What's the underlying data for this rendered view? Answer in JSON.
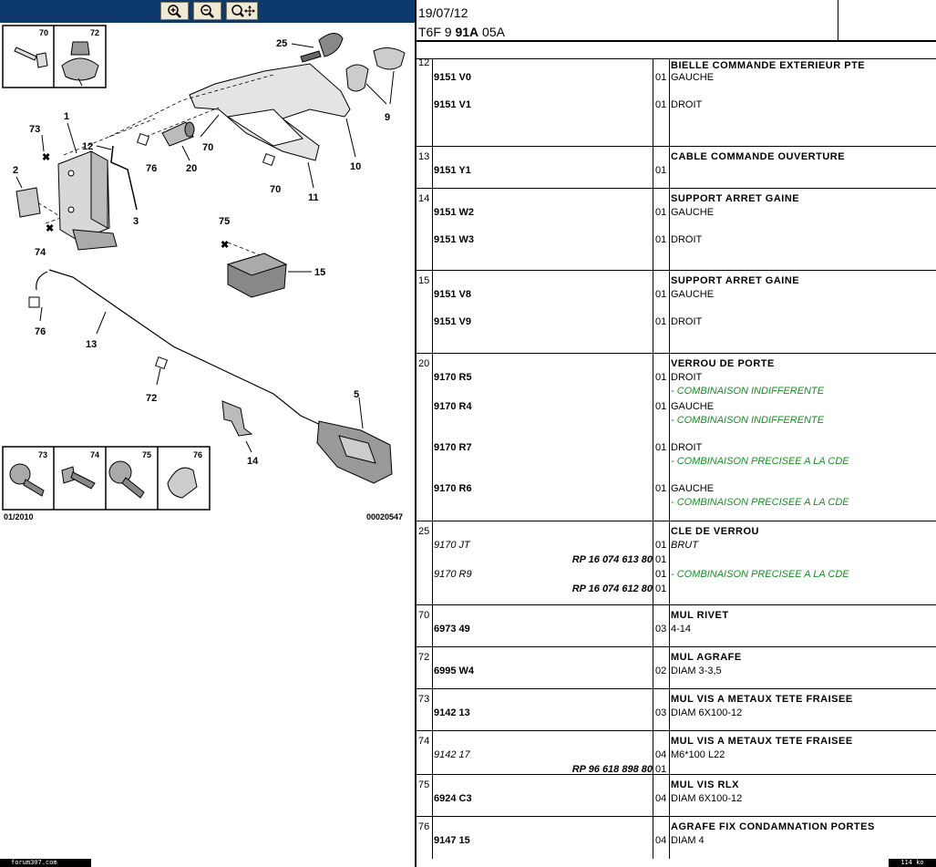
{
  "toolbar": {
    "zoom_in": "zoom-in-icon",
    "zoom_out": "zoom-out-icon",
    "zoom_fit": "zoom-fit-icon"
  },
  "diagram": {
    "date": "01/2010",
    "ref": "00020547",
    "labels": [
      "70",
      "72",
      "25",
      "9",
      "1",
      "73",
      "12",
      "76",
      "20",
      "70",
      "10",
      "2",
      "3",
      "74",
      "70",
      "11",
      "75",
      "15",
      "76",
      "13",
      "72",
      "5",
      "14",
      "73",
      "74",
      "75",
      "76"
    ]
  },
  "footer": {
    "left": "forum307.com",
    "right": "114 ko"
  },
  "header": {
    "date": "19/07/12",
    "ref_prefix": "T6F 9 ",
    "ref_bold": "91A",
    "ref_suffix": " 05A"
  },
  "rows": [
    {
      "idx": "12",
      "lines": [
        {
          "k": "desc",
          "t": "BIELLE COMMANDE EXTERIEUR PTE"
        },
        {
          "k": "pn",
          "t": "9151 V0"
        },
        {
          "k": "qty",
          "t": "01"
        },
        {
          "k": "sub",
          "t": "GAUCHE"
        },
        {
          "k": "pn",
          "t": "9151 V1"
        },
        {
          "k": "qty",
          "t": "01"
        },
        {
          "k": "sub",
          "t": "DROIT"
        }
      ]
    },
    {
      "idx": "13",
      "lines": [
        {
          "k": "desc",
          "t": "CABLE COMMANDE OUVERTURE"
        },
        {
          "k": "pn",
          "t": "9151 Y1"
        },
        {
          "k": "qty",
          "t": "01"
        }
      ]
    },
    {
      "idx": "14",
      "lines": [
        {
          "k": "desc",
          "t": "SUPPORT ARRET GAINE"
        },
        {
          "k": "pn",
          "t": "9151 W2"
        },
        {
          "k": "qty",
          "t": "01"
        },
        {
          "k": "sub",
          "t": "GAUCHE"
        },
        {
          "k": "pn",
          "t": "9151 W3"
        },
        {
          "k": "qty",
          "t": "01"
        },
        {
          "k": "sub",
          "t": "DROIT"
        }
      ]
    },
    {
      "idx": "15",
      "lines": [
        {
          "k": "desc",
          "t": "SUPPORT ARRET GAINE"
        },
        {
          "k": "pn",
          "t": "9151 V8"
        },
        {
          "k": "qty",
          "t": "01"
        },
        {
          "k": "sub",
          "t": "GAUCHE"
        },
        {
          "k": "pn",
          "t": "9151 V9"
        },
        {
          "k": "qty",
          "t": "01"
        },
        {
          "k": "sub",
          "t": "DROIT"
        }
      ]
    },
    {
      "idx": "20",
      "lines": [
        {
          "k": "desc",
          "t": "VERROU DE PORTE"
        },
        {
          "k": "pn",
          "t": "9170 R5"
        },
        {
          "k": "qty",
          "t": "01"
        },
        {
          "k": "sub",
          "t": "DROIT"
        },
        {
          "k": "green",
          "t": "- COMBINAISON INDIFFERENTE"
        },
        {
          "k": "pn",
          "t": "9170 R4"
        },
        {
          "k": "qty",
          "t": "01"
        },
        {
          "k": "sub",
          "t": "GAUCHE"
        },
        {
          "k": "green",
          "t": "- COMBINAISON INDIFFERENTE"
        },
        {
          "k": "pn",
          "t": "9170 R7"
        },
        {
          "k": "qty",
          "t": "01"
        },
        {
          "k": "sub",
          "t": "DROIT"
        },
        {
          "k": "green",
          "t": "- COMBINAISON PRECISEE A LA CDE"
        },
        {
          "k": "pn",
          "t": "9170 R6"
        },
        {
          "k": "qty",
          "t": "01"
        },
        {
          "k": "sub",
          "t": "GAUCHE"
        },
        {
          "k": "green",
          "t": "- COMBINAISON PRECISEE A LA CDE"
        }
      ]
    },
    {
      "idx": "25",
      "lines": [
        {
          "k": "desc",
          "t": "CLE DE VERROU"
        },
        {
          "k": "pni",
          "t": "9170 JT"
        },
        {
          "k": "qty",
          "t": "01"
        },
        {
          "k": "subi",
          "t": "BRUT"
        },
        {
          "k": "rp",
          "t": "RP 16 074 613 80"
        },
        {
          "k": "qty",
          "t": "01"
        },
        {
          "k": "pni",
          "t": "9170 R9"
        },
        {
          "k": "qty",
          "t": "01"
        },
        {
          "k": "green",
          "t": "- COMBINAISON PRECISEE A LA CDE"
        },
        {
          "k": "rp",
          "t": "RP 16 074 612 80"
        },
        {
          "k": "qty",
          "t": "01"
        }
      ]
    },
    {
      "idx": "70",
      "lines": [
        {
          "k": "desc",
          "t": "MUL RIVET"
        },
        {
          "k": "pn",
          "t": "6973 49"
        },
        {
          "k": "qty",
          "t": "03"
        },
        {
          "k": "sub",
          "t": "4-14"
        }
      ]
    },
    {
      "idx": "72",
      "lines": [
        {
          "k": "desc",
          "t": "MUL AGRAFE"
        },
        {
          "k": "pn",
          "t": "6995 W4"
        },
        {
          "k": "qty",
          "t": "02"
        },
        {
          "k": "sub",
          "t": "DIAM 3-3,5"
        }
      ]
    },
    {
      "idx": "73",
      "lines": [
        {
          "k": "desc",
          "t": "MUL VIS A METAUX TETE FRAISEE"
        },
        {
          "k": "pn",
          "t": "9142 13"
        },
        {
          "k": "qty",
          "t": "03"
        },
        {
          "k": "sub",
          "t": "DIAM 6X100-12"
        }
      ]
    },
    {
      "idx": "74",
      "lines": [
        {
          "k": "desc",
          "t": "MUL VIS A METAUX TETE FRAISEE"
        },
        {
          "k": "pni",
          "t": "9142 17"
        },
        {
          "k": "qty",
          "t": "04"
        },
        {
          "k": "sub",
          "t": "M6*100 L22"
        },
        {
          "k": "rp",
          "t": "RP 96 618 898 80"
        },
        {
          "k": "qty",
          "t": "01"
        }
      ]
    },
    {
      "idx": "75",
      "lines": [
        {
          "k": "desc",
          "t": "MUL VIS RLX"
        },
        {
          "k": "pn",
          "t": "6924 C3"
        },
        {
          "k": "qty",
          "t": "04"
        },
        {
          "k": "sub",
          "t": "DIAM 6X100-12"
        }
      ]
    },
    {
      "idx": "76",
      "lines": [
        {
          "k": "desc",
          "t": "AGRAFE FIX CONDAMNATION PORTES"
        },
        {
          "k": "pn",
          "t": "9147 15"
        },
        {
          "k": "qty",
          "t": "04"
        },
        {
          "k": "sub",
          "t": "DIAM 4"
        }
      ]
    }
  ]
}
